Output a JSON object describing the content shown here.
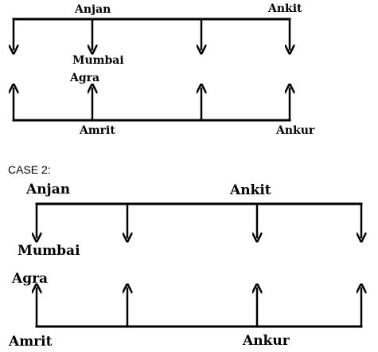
{
  "case1": {
    "labels": {
      "anjan": "Anjan",
      "ankit": "Ankit",
      "mumbai": "Mumbai",
      "agra": "Agra",
      "amrit": "Amrit",
      "ankur": "Ankur"
    }
  },
  "case2": {
    "heading": "CASE 2:",
    "labels": {
      "anjan": "Anjan",
      "ankit": "Ankit",
      "mumbai": "Mumbai",
      "agra": "Agra",
      "amrit": "Amrit",
      "ankur": "Ankur"
    }
  }
}
